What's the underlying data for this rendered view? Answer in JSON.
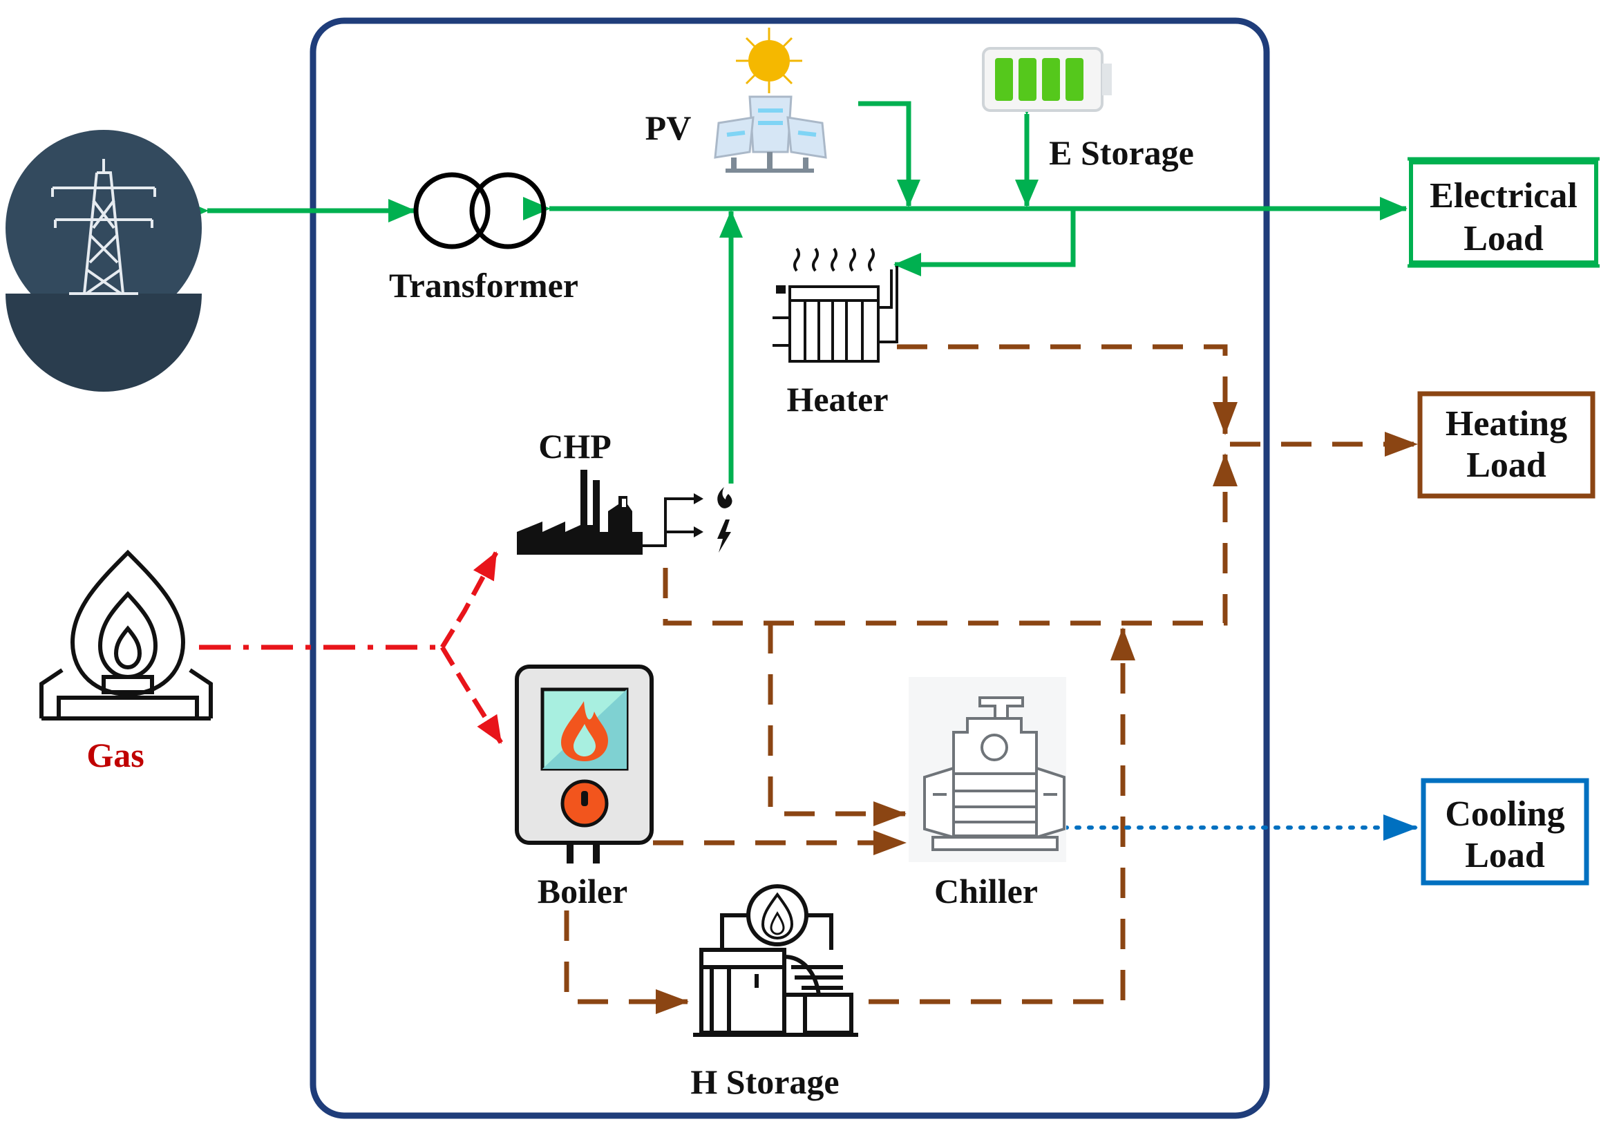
{
  "labels": {
    "pv": "PV",
    "e_storage": "E Storage",
    "transformer": "Transformer",
    "heater": "Heater",
    "chp": "CHP",
    "gas": "Gas",
    "boiler": "Boiler",
    "chiller": "Chiller",
    "h_storage": "H Storage"
  },
  "loads": {
    "electrical": [
      "Electrical",
      "Load"
    ],
    "heating": [
      "Heating",
      "Load"
    ],
    "cooling": [
      "Cooling",
      "Load"
    ]
  },
  "icons": {
    "grid": "power-tower-icon",
    "pv": "solar-panel-icon",
    "e_storage": "battery-icon",
    "transformer": "transformer-icon",
    "heater": "radiator-icon",
    "chp": "factory-icon",
    "gas": "gas-burner-icon",
    "boiler": "boiler-icon",
    "chiller": "chiller-icon",
    "h_storage": "heat-storage-icon"
  },
  "colors": {
    "electric": "#00b050",
    "heat": "#8b4513",
    "gas": "#e8141a",
    "cooling": "#0070c0",
    "frame": "#1f3d7a",
    "gas_label": "#c00000"
  }
}
